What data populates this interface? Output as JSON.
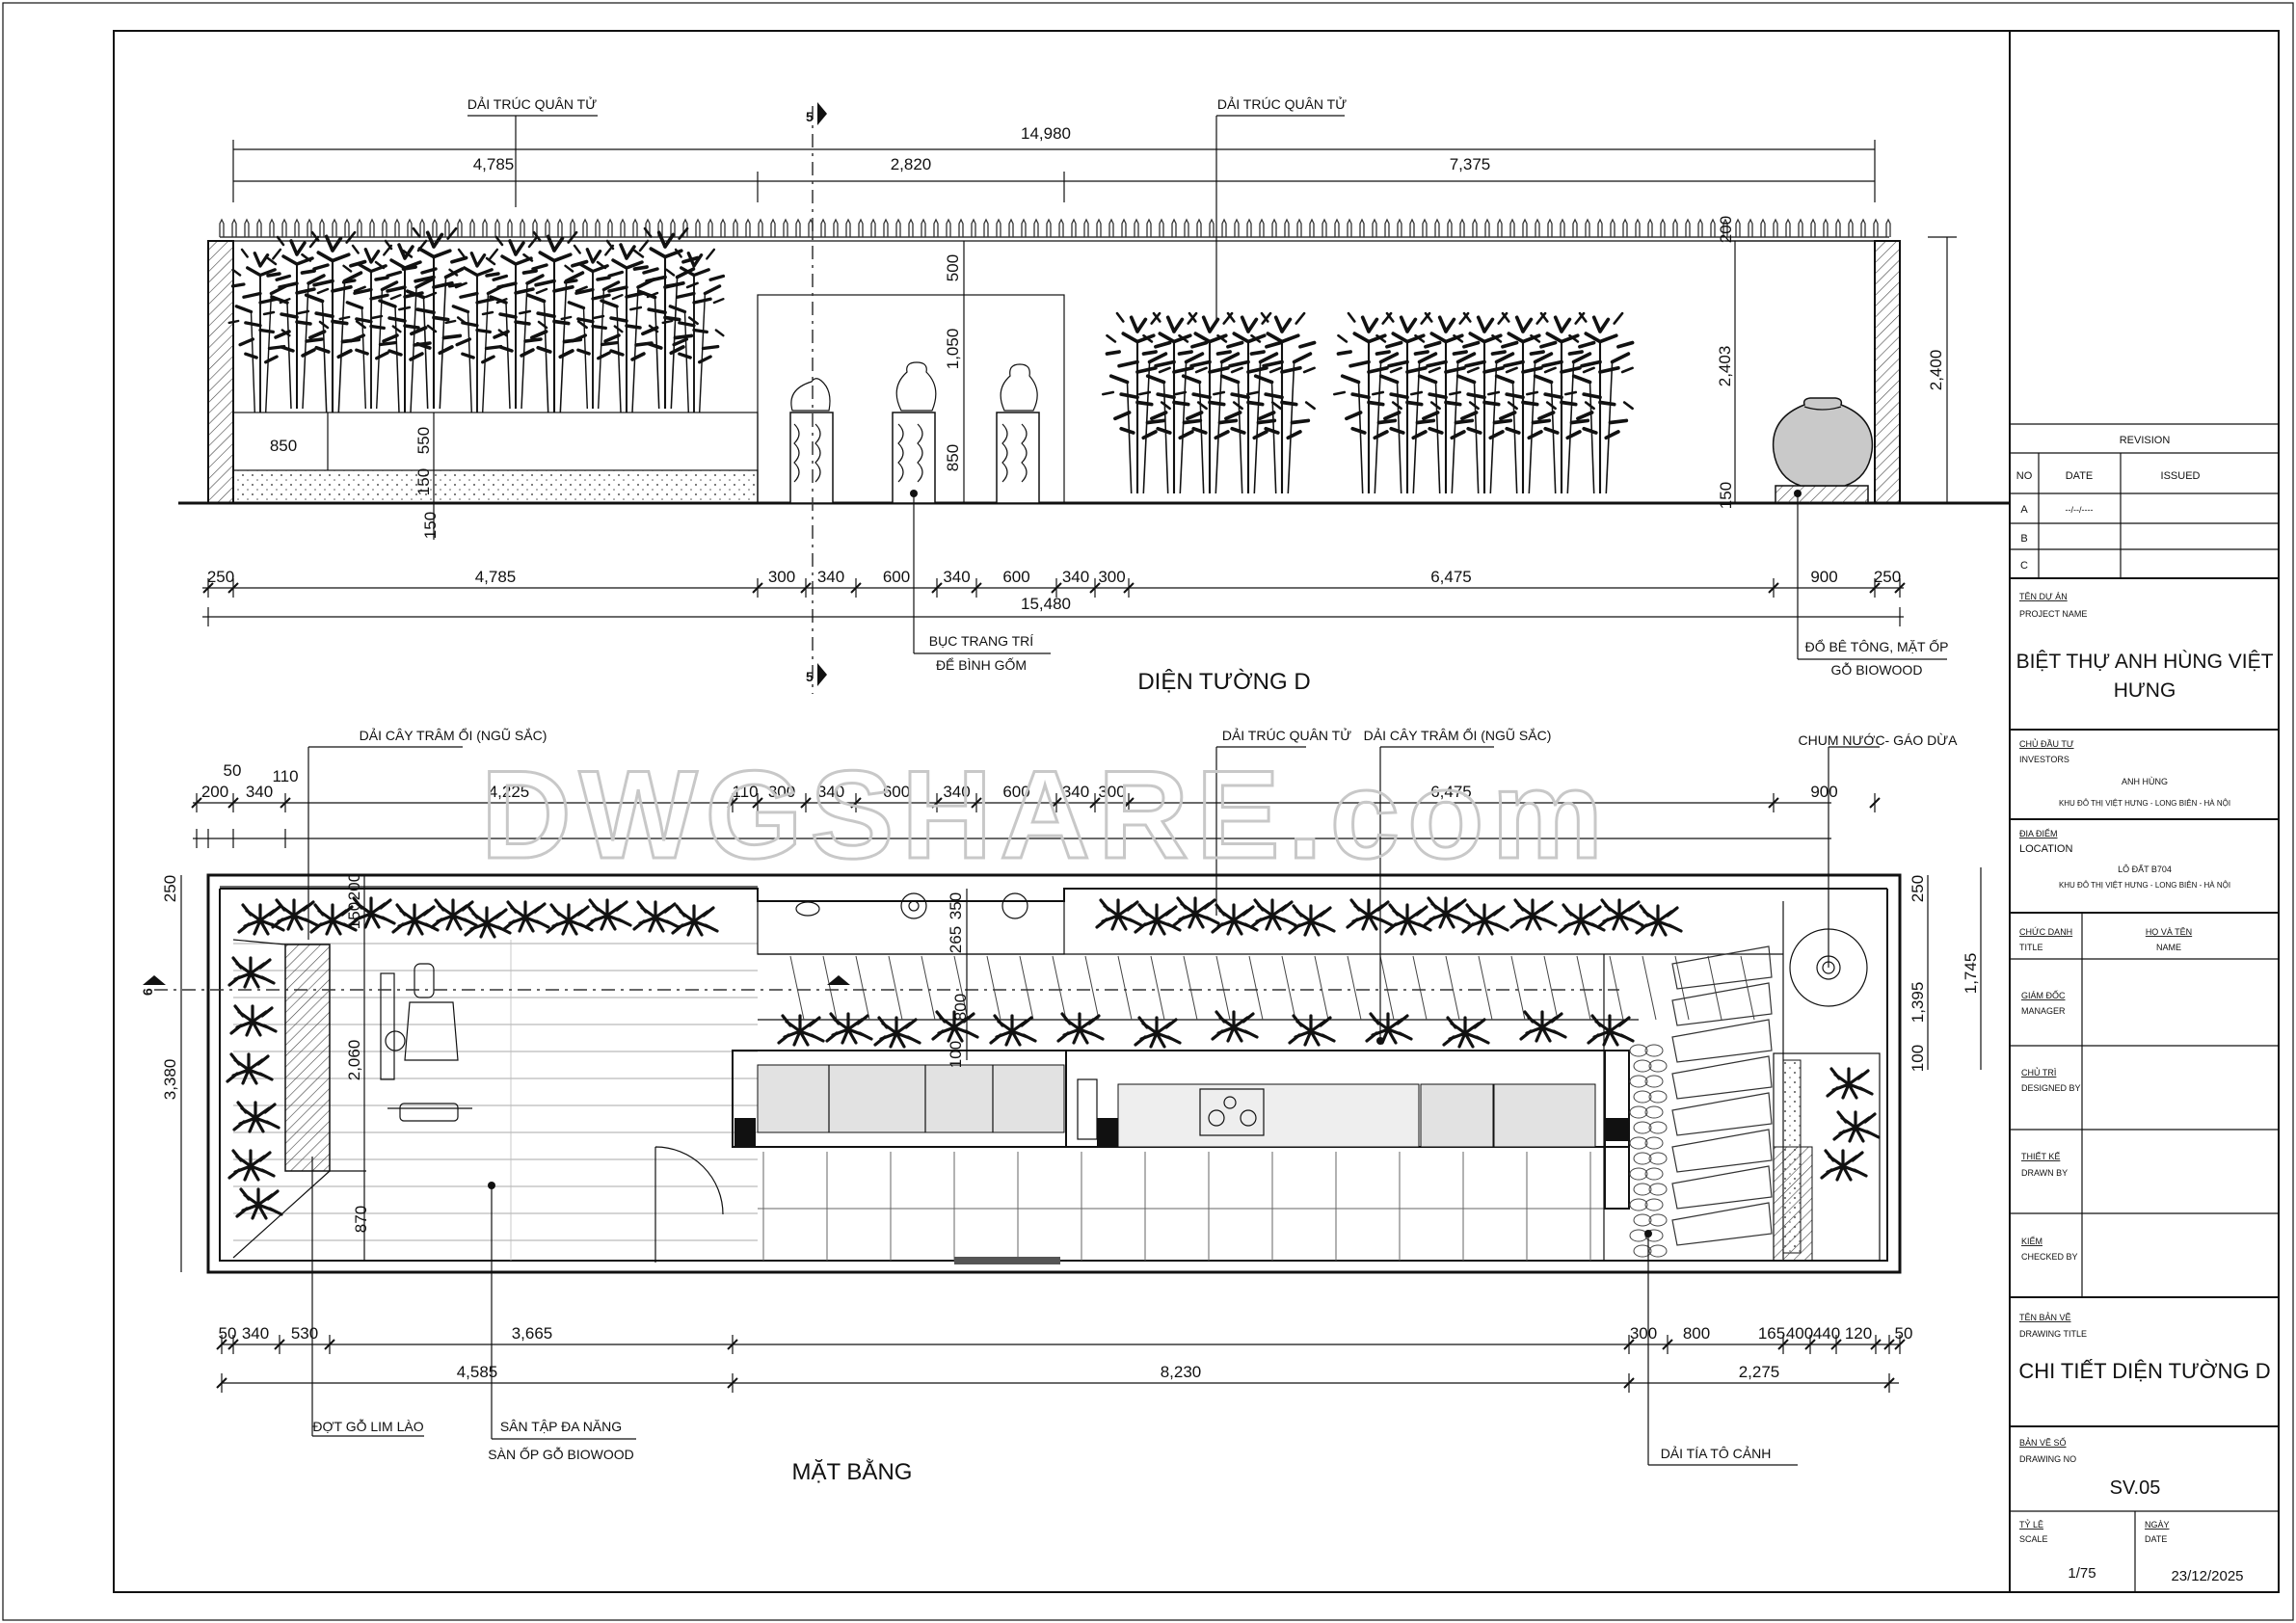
{
  "elevation": {
    "title": "DIỆN TƯỜNG D",
    "section_mark": "5",
    "top_dims": [
      "14,980",
      "4,785",
      "2,820",
      "7,375"
    ],
    "bottom_dims": [
      "250",
      "4,785",
      "300",
      "340",
      "600",
      "340",
      "600",
      "340",
      "300",
      "6,475",
      "900",
      "250"
    ],
    "bottom_total": "15,480",
    "vertical_dims": [
      "500",
      "1,050",
      "850",
      "550",
      "150",
      "150",
      "200",
      "2,403",
      "2,400",
      "150",
      "850"
    ],
    "labels": {
      "bamboo_left": "DẢI TRÚC QUÂN TỬ",
      "bamboo_right": "DẢI TRÚC QUÂN TỬ",
      "pedestal_1": "BỤC TRANG TRÍ",
      "pedestal_2": "ĐỂ BÌNH GỐM",
      "concrete_1": "ĐỔ BÊ TÔNG, MẶT ỐP",
      "concrete_2": "GỖ BIOWOOD"
    }
  },
  "plan": {
    "title": "MẶT BẰNG",
    "section_mark": "6",
    "top_dims_row1": [
      "50",
      "110"
    ],
    "top_dims_row2": [
      "200",
      "340",
      "4,225",
      "110",
      "300",
      "340",
      "600",
      "340",
      "600",
      "340",
      "300",
      "6,475",
      "900"
    ],
    "bottom_dims_row1": [
      "50",
      "340",
      "530",
      "3,665",
      "300",
      "800",
      "165",
      "400",
      "440",
      "120",
      "50"
    ],
    "bottom_dims_row2": [
      "4,585",
      "8,230",
      "2,275"
    ],
    "vertical_dims": [
      "3,380",
      "250",
      "150",
      "200",
      "2,060",
      "870",
      "350",
      "265",
      "800",
      "100",
      "250",
      "1,395",
      "1,745",
      "100"
    ],
    "labels": {
      "shrub_left": "DẢI CÂY TRÂM ỔI (NGŨ SẮC)",
      "bamboo": "DẢI TRÚC QUÂN TỬ",
      "shrub_right": "DẢI CÂY TRÂM ỔI (NGŨ SẮC)",
      "fountain": "CHUM NƯỚC- GÁO DỪA",
      "step": "ĐỢT GỖ LIM LÀO",
      "floor_1": "SÂN TẬP ĐA NĂNG",
      "floor_2": "SÀN ỐP GỖ BIOWOOD",
      "tia_to": "DẢI TÍA TÔ CẢNH"
    }
  },
  "watermark": "DWGSHARE.com",
  "title_block": {
    "revision": "REVISION",
    "rev_headers": [
      "NO",
      "DATE",
      "ISSUED"
    ],
    "rev_rows": [
      {
        "no": "A",
        "date": "--/--/----",
        "issued": ""
      },
      {
        "no": "B",
        "date": "",
        "issued": ""
      },
      {
        "no": "C",
        "date": "",
        "issued": ""
      }
    ],
    "project_label_vn": "TÊN DỰ ÁN",
    "project_label_en": "PROJECT NAME",
    "project_name_1": "BIỆT THỰ ANH HÙNG VIỆT",
    "project_name_2": "HƯNG",
    "investor_label_vn": "CHỦ ĐẦU TƯ",
    "investor_label_en": "INVESTORS",
    "investor_name": "ANH HÙNG",
    "investor_addr": "KHU ĐÔ THỊ VIỆT HƯNG - LONG BIÊN - HÀ NỘI",
    "location_label_vn": "ĐỊA ĐIỂM",
    "location_label_en": "LOCATION",
    "location_lot": "LÔ ĐẤT B704",
    "location_addr": "KHU ĐÔ THỊ VIỆT HƯNG - LONG BIÊN - HÀ NỘI",
    "staff_col1_vn": "CHỨC DANH",
    "staff_col1_en": "TITLE",
    "staff_col2_vn": "HỌ VÀ TÊN",
    "staff_col2_en": "NAME",
    "staff_roles": [
      {
        "vn": "GIÁM ĐỐC",
        "en": "MANAGER"
      },
      {
        "vn": "CHỦ TRÌ",
        "en": "DESIGNED BY"
      },
      {
        "vn": "THIẾT KẾ",
        "en": "DRAWN BY"
      },
      {
        "vn": "KIỂM",
        "en": "CHECKED BY"
      }
    ],
    "drawing_title_label_vn": "TÊN BẢN VẼ",
    "drawing_title_label_en": "DRAWING TITLE",
    "drawing_title": "CHI TIẾT DIỆN TƯỜNG D",
    "drawing_no_label_vn": "BẢN VẼ SỐ",
    "drawing_no_label_en": "DRAWING NO",
    "drawing_no": "SV.05",
    "scale_label_vn": "TỶ LỆ",
    "scale_label_en": "SCALE",
    "scale": "1/75",
    "date_label_vn": "NGÀY",
    "date_label_en": "DATE",
    "date": "23/12/2025"
  }
}
